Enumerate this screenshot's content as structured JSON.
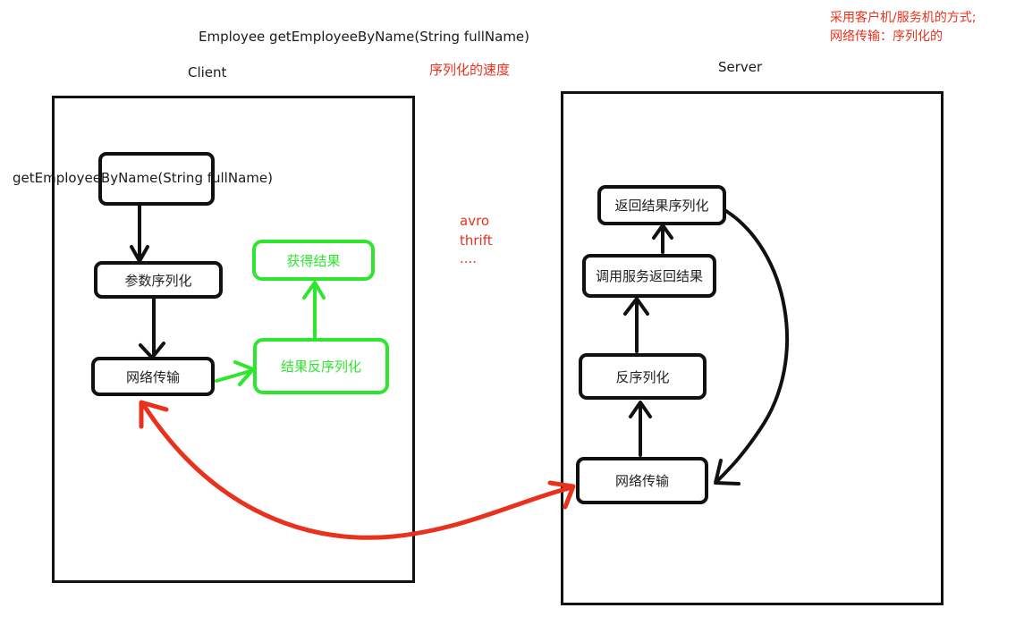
{
  "method_signature": "Employee getEmployeeByName(String fullName)",
  "client_label": "Client",
  "server_label": "Server",
  "serialization_speed_note": "序列化的速度",
  "architecture_note": {
    "line1": "采用客户机/服务机的方式;",
    "line2": "网络传输：序列化的"
  },
  "frameworks": {
    "avro": "avro",
    "thrift": "thrift",
    "more": "...."
  },
  "client": {
    "call_text": "getEmployeeByName(String fullName)",
    "param_serialize": "参数序列化",
    "network": "网络传输",
    "result_deserialize": "结果反序列化",
    "get_result": "获得结果"
  },
  "server": {
    "network": "网络传输",
    "deserialize": "反序列化",
    "invoke_service": "调用服务返回结果",
    "serialize_result": "返回结果序列化"
  },
  "colors": {
    "stroke": "#111111",
    "red": "#e8321e",
    "green": "#2fe62f"
  }
}
